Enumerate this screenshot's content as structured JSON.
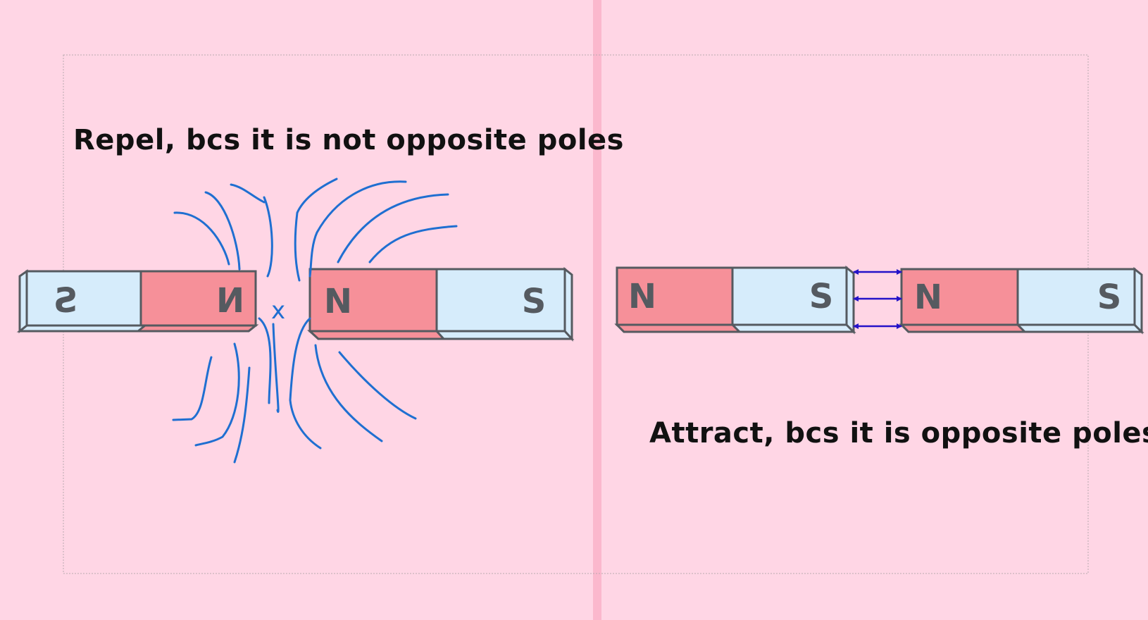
{
  "left_panel": {
    "caption": "Repel, bcs it is not opposite poles",
    "magnet_left": {
      "left_pole": "S",
      "right_pole": "N"
    },
    "magnet_right": {
      "left_pole": "N",
      "right_pole": "S"
    },
    "center_mark": "x"
  },
  "right_panel": {
    "caption": "Attract, bcs it is opposite poles",
    "magnet_left": {
      "left_pole": "N",
      "right_pole": "S"
    },
    "magnet_right": {
      "left_pole": "N",
      "right_pole": "S"
    }
  },
  "colors": {
    "background": "#ffd6e5",
    "divider": "#fbb8cd",
    "north_pole": "#f69099",
    "south_pole": "#d6ecfb",
    "outline": "#555a60",
    "field_lines": "#1f6fd1",
    "arrows": "#2412c8"
  },
  "icons": [
    "bar-magnet-icon",
    "field-line-icon",
    "double-arrow-icon"
  ]
}
